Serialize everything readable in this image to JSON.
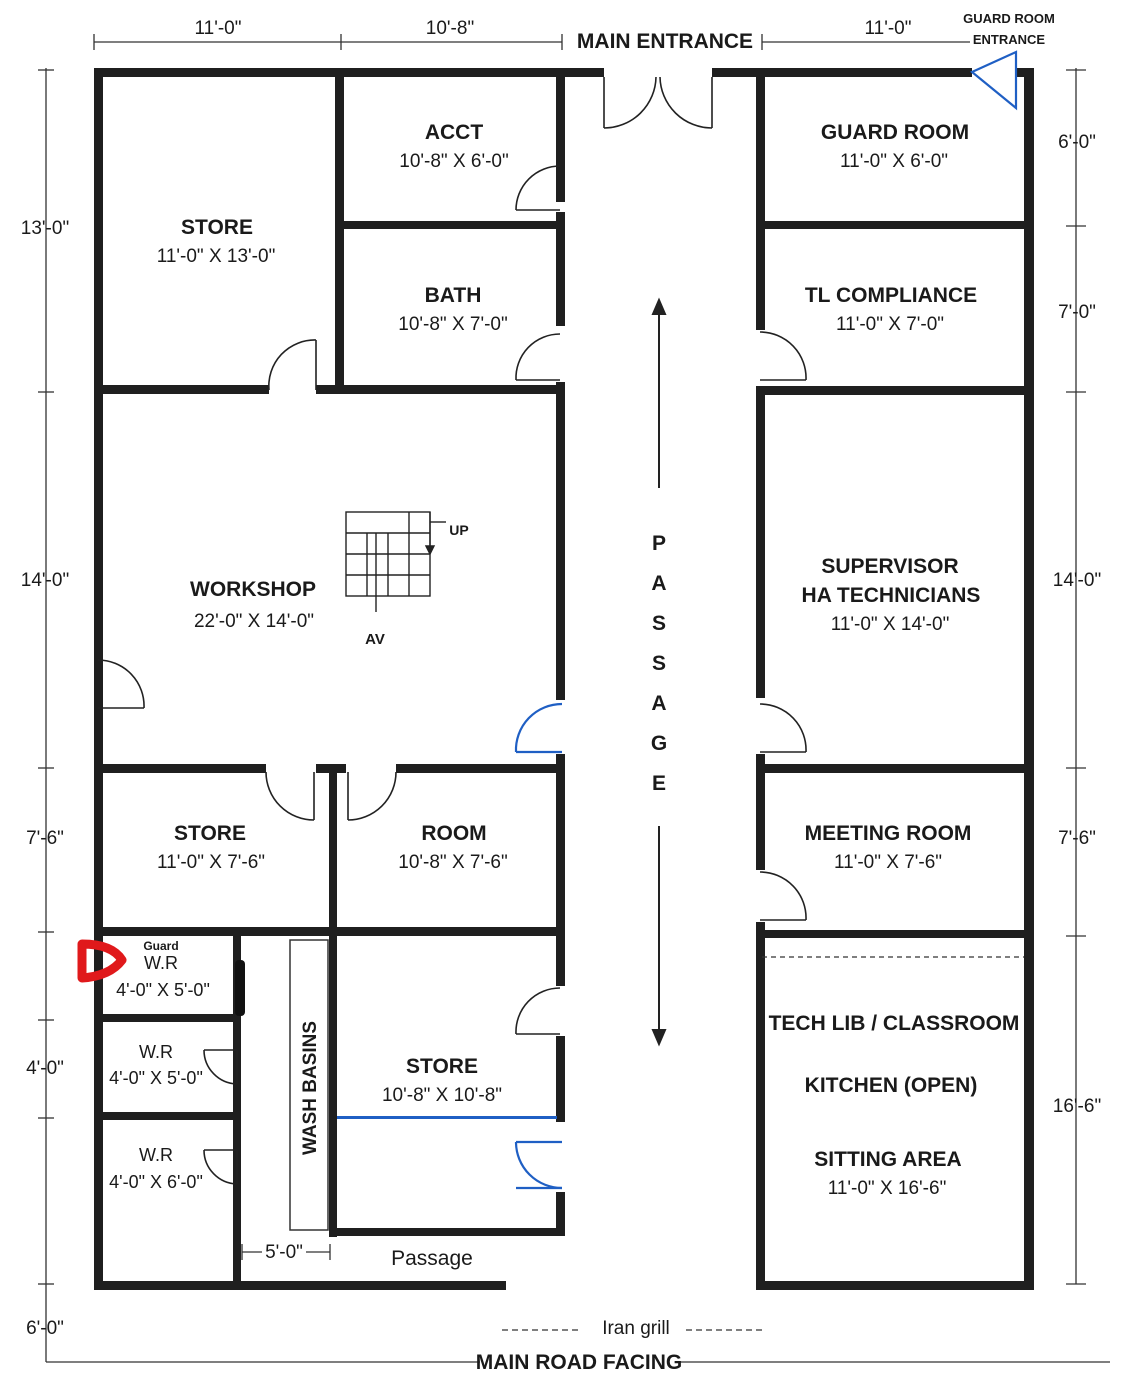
{
  "plan": {
    "top_labels": {
      "main_entrance": "MAIN ENTRANCE",
      "guard_room_entrance_1": "GUARD ROOM",
      "guard_room_entrance_2": "ENTRANCE"
    },
    "top_dimensions": [
      "11'-0\"",
      "10'-8\"",
      "11'-0\""
    ],
    "left_dimensions": [
      "13'-0\"",
      "14'-0\"",
      "7'-6\"",
      "4'-0\"",
      "6'-0\""
    ],
    "right_dimensions": [
      "6'-0\"",
      "7'-0\"",
      "14'-0\"",
      "7'-6\"",
      "16'-6\""
    ],
    "rooms": {
      "store_1": {
        "name": "STORE",
        "size": "11'-0\" X 13'-0\""
      },
      "acct": {
        "name": "ACCT",
        "size": "10'-8\" X 6'-0\""
      },
      "bath": {
        "name": "BATH",
        "size": "10'-8\" X 7'-0\""
      },
      "guard_room": {
        "name": "GUARD ROOM",
        "size": "11'-0\" X 6'-0\""
      },
      "tl_compliance": {
        "name": "TL COMPLIANCE",
        "size": "11'-0\" X 7'-0\""
      },
      "workshop": {
        "name": "WORKSHOP",
        "size": "22'-0\" X 14'-0\""
      },
      "supervisor": {
        "name_line1": "SUPERVISOR",
        "name_line2": "HA TECHNICIANS",
        "size": "11'-0\" X 14'-0\""
      },
      "store_2": {
        "name": "STORE",
        "size": "11'-0\" X 7'-6\""
      },
      "room": {
        "name": "ROOM",
        "size": "10'-8\" X 7'-6\""
      },
      "meeting_room": {
        "name": "MEETING ROOM",
        "size": "11'-0\" X 7'-6\""
      },
      "guard_wr": {
        "annotation": "Guard",
        "name": "W.R",
        "size": "4'-0\" X 5'-0\""
      },
      "wr_2": {
        "name": "W.R",
        "size": "4'-0\" X 5'-0\""
      },
      "wr_3": {
        "name": "W.R",
        "size": "4'-0\" X 6'-0\""
      },
      "wash_basins": "WASH BASINS",
      "store_3": {
        "name": "STORE",
        "size": "10'-8\" X 10'-8\""
      },
      "tech_lib": {
        "line1": "TECH LIB / CLASSROOM",
        "line2": "KITCHEN (OPEN)",
        "line3": "SITTING AREA",
        "size": "11'-0\" X 16'-6\""
      }
    },
    "stair": {
      "up": "UP",
      "av": "AV"
    },
    "passage_letters": [
      "P",
      "A",
      "S",
      "S",
      "A",
      "G",
      "E"
    ],
    "bottom": {
      "passage_label": "Passage",
      "passage_width": "5'-0\"",
      "iran_grill": "Iran grill",
      "main_road": "MAIN ROAD FACING"
    },
    "colors": {
      "wall": "#1f1f1f",
      "highlight_door": "#1f5fc4",
      "markup_red": "#e0191b"
    }
  }
}
